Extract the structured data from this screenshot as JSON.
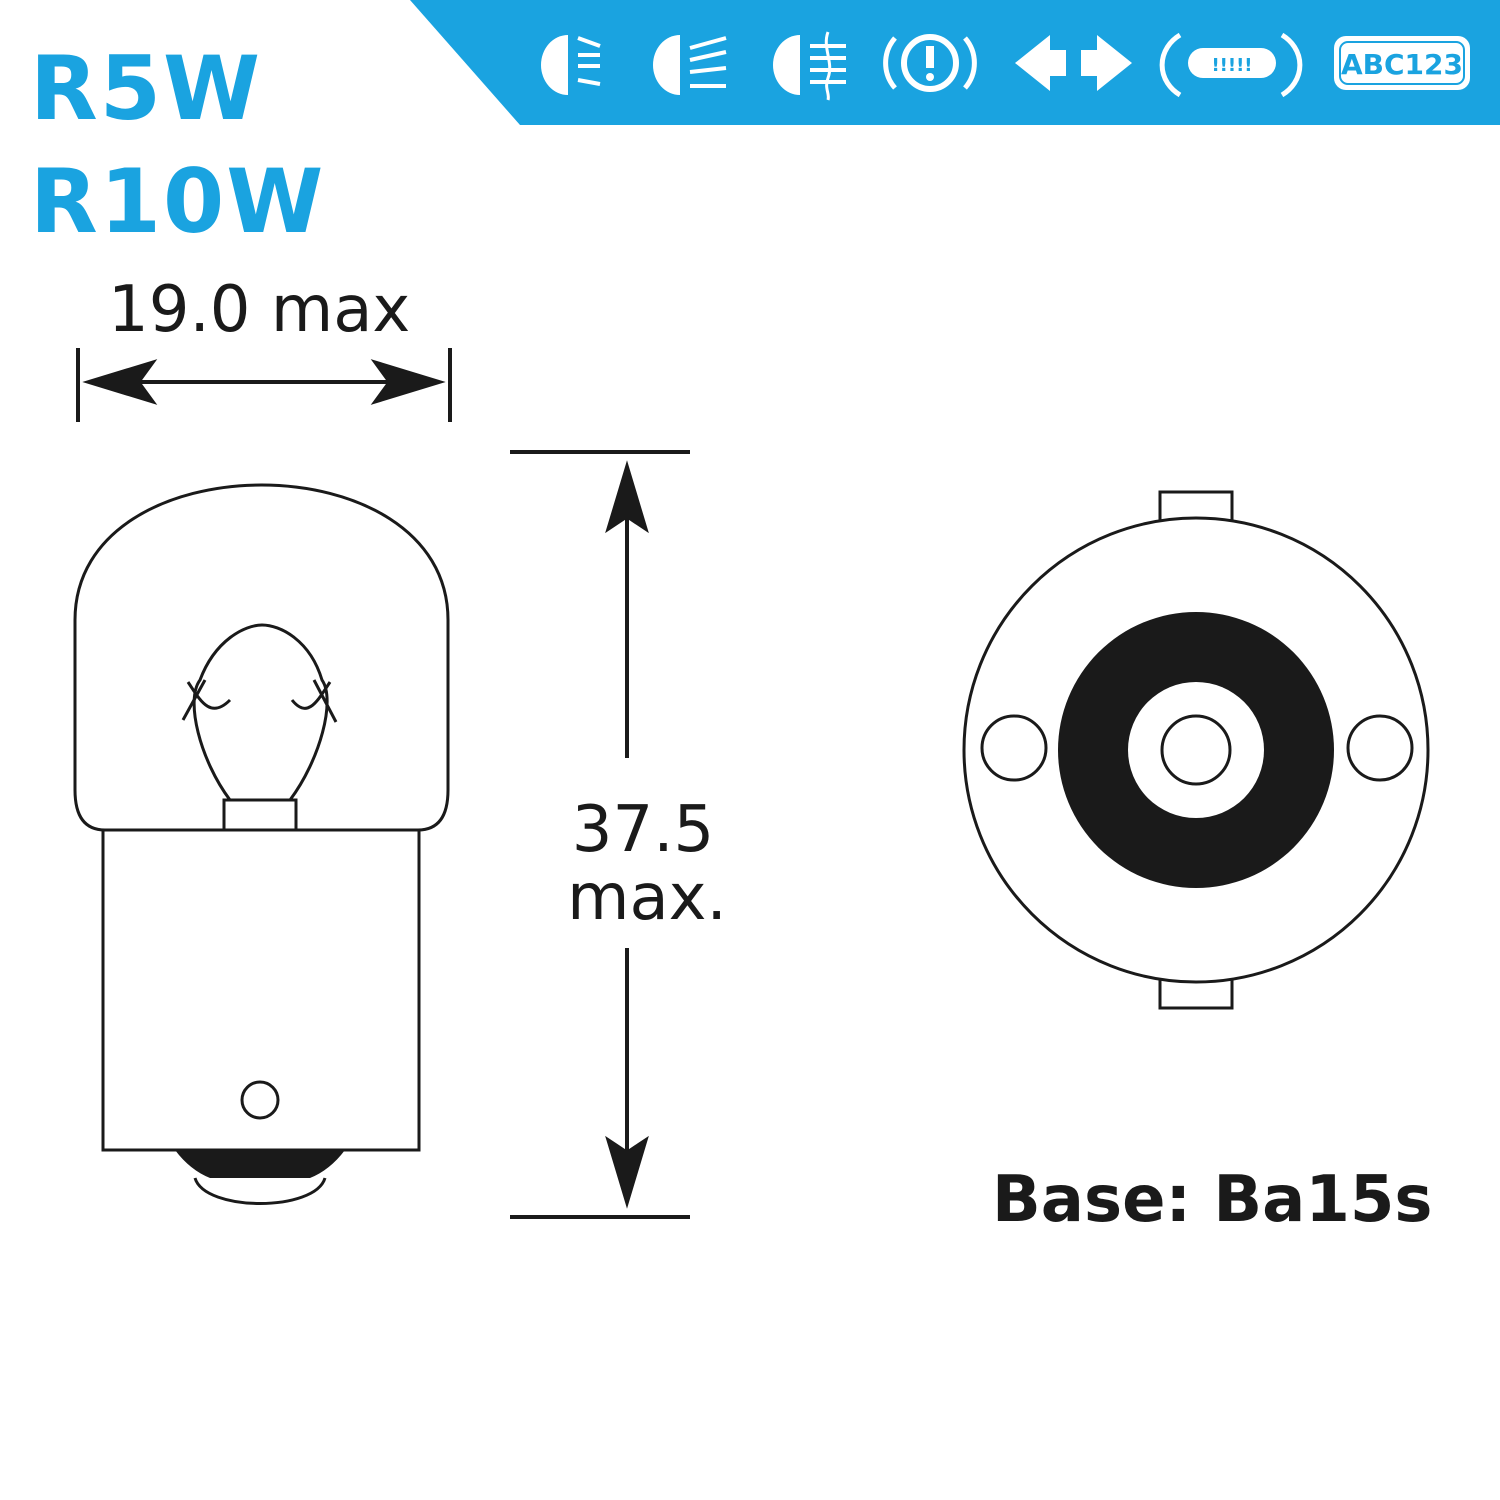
{
  "header": {
    "titles": [
      "R5W",
      "R10W"
    ],
    "brand_color": "#1aa3e0",
    "icons": [
      {
        "name": "position-light-icon"
      },
      {
        "name": "low-beam-icon"
      },
      {
        "name": "fog-light-icon"
      },
      {
        "name": "warning-light-icon"
      },
      {
        "name": "turn-signal-icon"
      },
      {
        "name": "interior-light-icon",
        "text": "!!!!!"
      },
      {
        "name": "license-plate-icon",
        "text": "ABC123"
      }
    ]
  },
  "dimensions": {
    "width_label": "19.0 max",
    "height_value": "37.5",
    "height_suffix": "max."
  },
  "base": {
    "label": "Base: Ba15s"
  }
}
